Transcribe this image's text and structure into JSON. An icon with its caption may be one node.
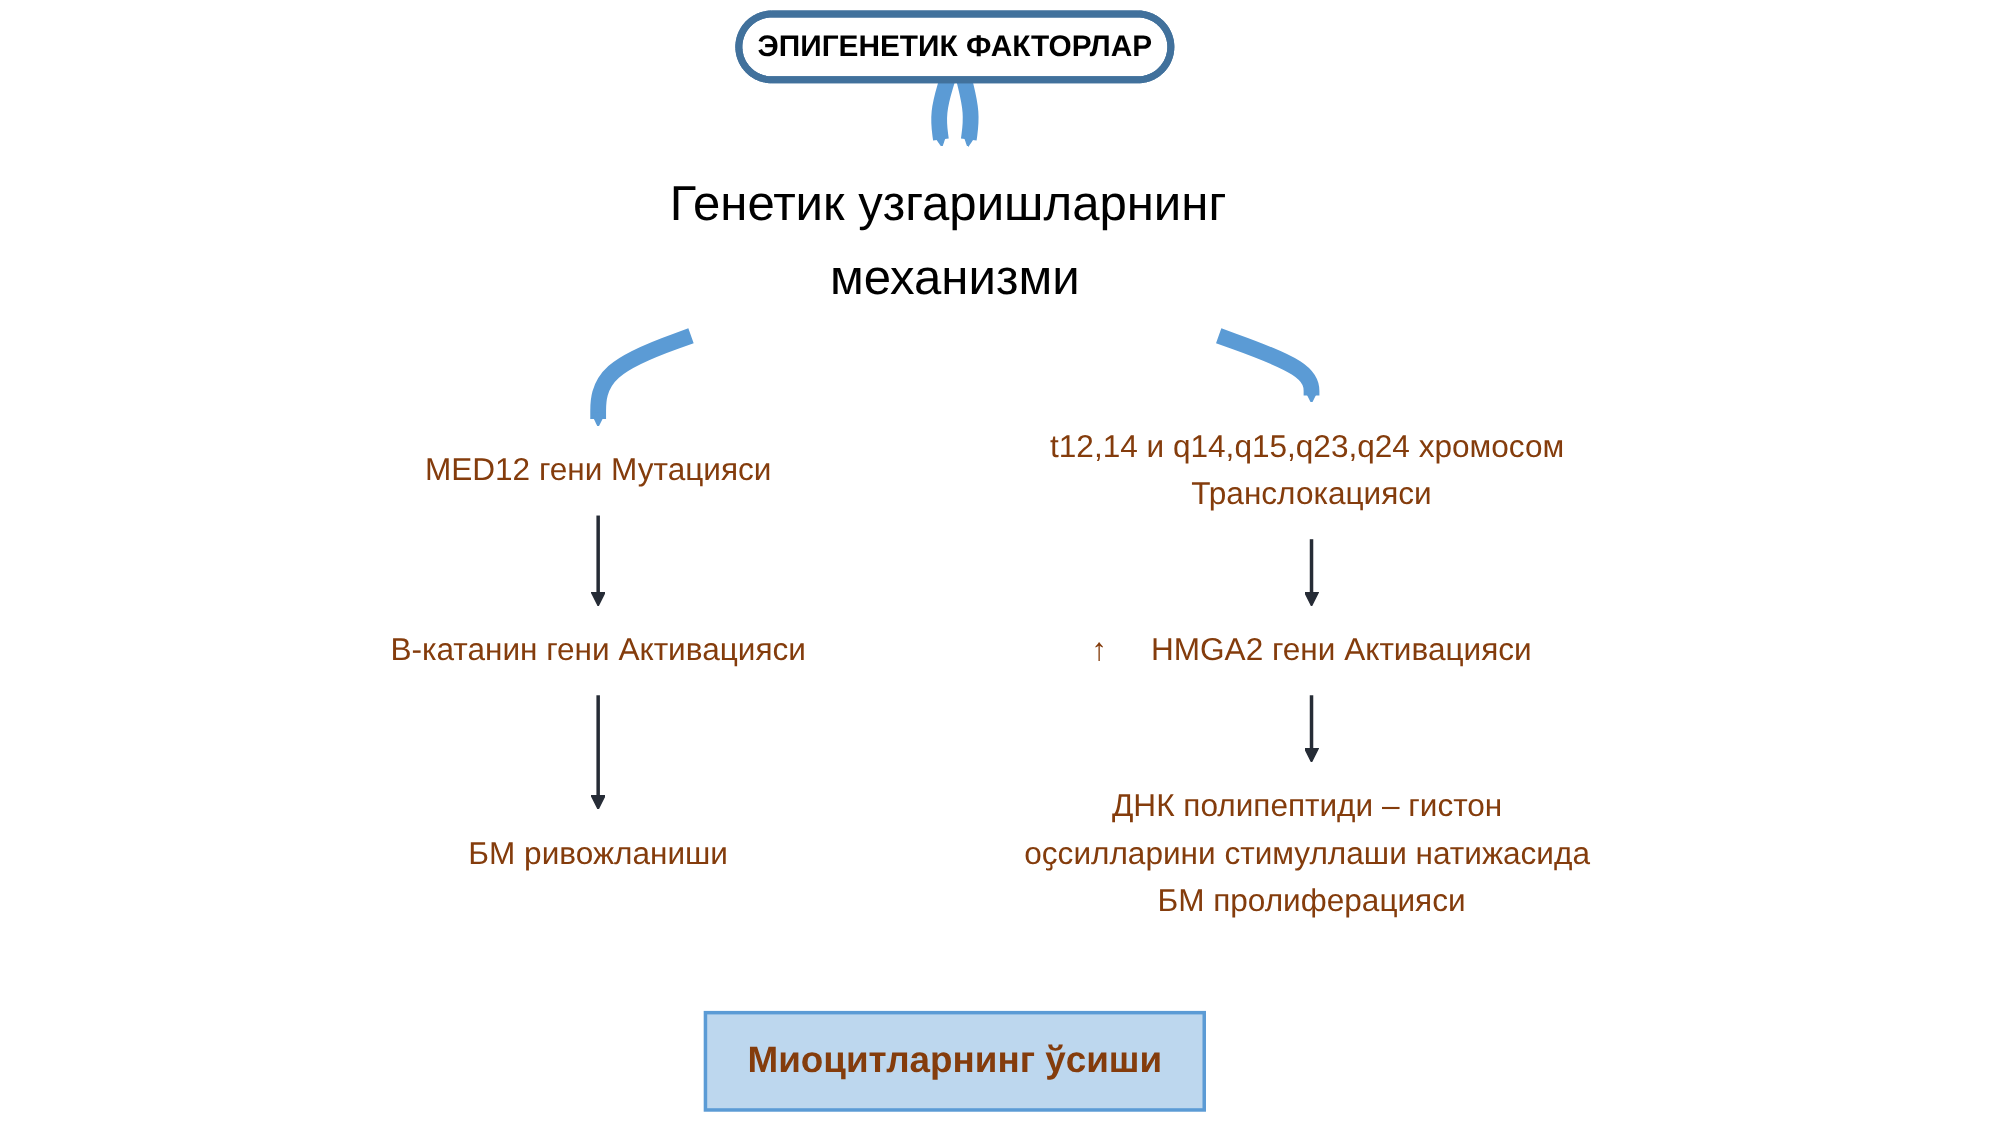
{
  "diagram": {
    "nodes": [
      {
        "text": [
          "ЭПИГЕНЕТИК ФАКТОРЛАР"
        ]
      },
      {
        "text": [
          "Генетик узгаришларнинг механизми"
        ]
      },
      {
        "text": [
          "MED12 гени Мутацияси"
        ]
      },
      {
        "text": [
          "t12,14 и q14,q15,q23,q24 хромосом Транслокацияси"
        ]
      },
      {
        "text": [
          "В-катанин гени Активацияси"
        ]
      },
      {
        "text": [
          "HMGA2 гени Активацияси"
        ],
        "beside": [
          "↑"
        ]
      },
      {
        "text": [
          "БМ ривожланиши"
        ]
      },
      {
        "text": [
          "ДНК полипептиди – гистон оҫсилларини стимуллаши натижасида БМ пролиферацияси"
        ]
      },
      {
        "text": [
          "Миоцитларнинг ўсиши"
        ]
      }
    ],
    "edges": [
      {
        "from": 0,
        "to": 1,
        "arrow": "to",
        "style": "thick",
        "color": "#5b9bd5"
      },
      {
        "from": 0,
        "to": 1,
        "arrow": "to",
        "style": "thick",
        "color": "#5b9bd5"
      },
      {
        "from": 1,
        "to": 2,
        "arrow": "to",
        "style": "thick",
        "color": "#5b9bd5"
      },
      {
        "from": 1,
        "to": 3,
        "arrow": "to",
        "style": "thick",
        "color": "#5b9bd5"
      },
      {
        "from": 2,
        "to": 4,
        "arrow": "to",
        "color": "#262c36"
      },
      {
        "from": 4,
        "to": 6,
        "arrow": "to",
        "color": "#262c36"
      },
      {
        "from": 3,
        "to": 5,
        "arrow": "to",
        "color": "#262c36"
      },
      {
        "from": 5,
        "to": 7,
        "arrow": "to",
        "color": "#262c36"
      }
    ]
  }
}
